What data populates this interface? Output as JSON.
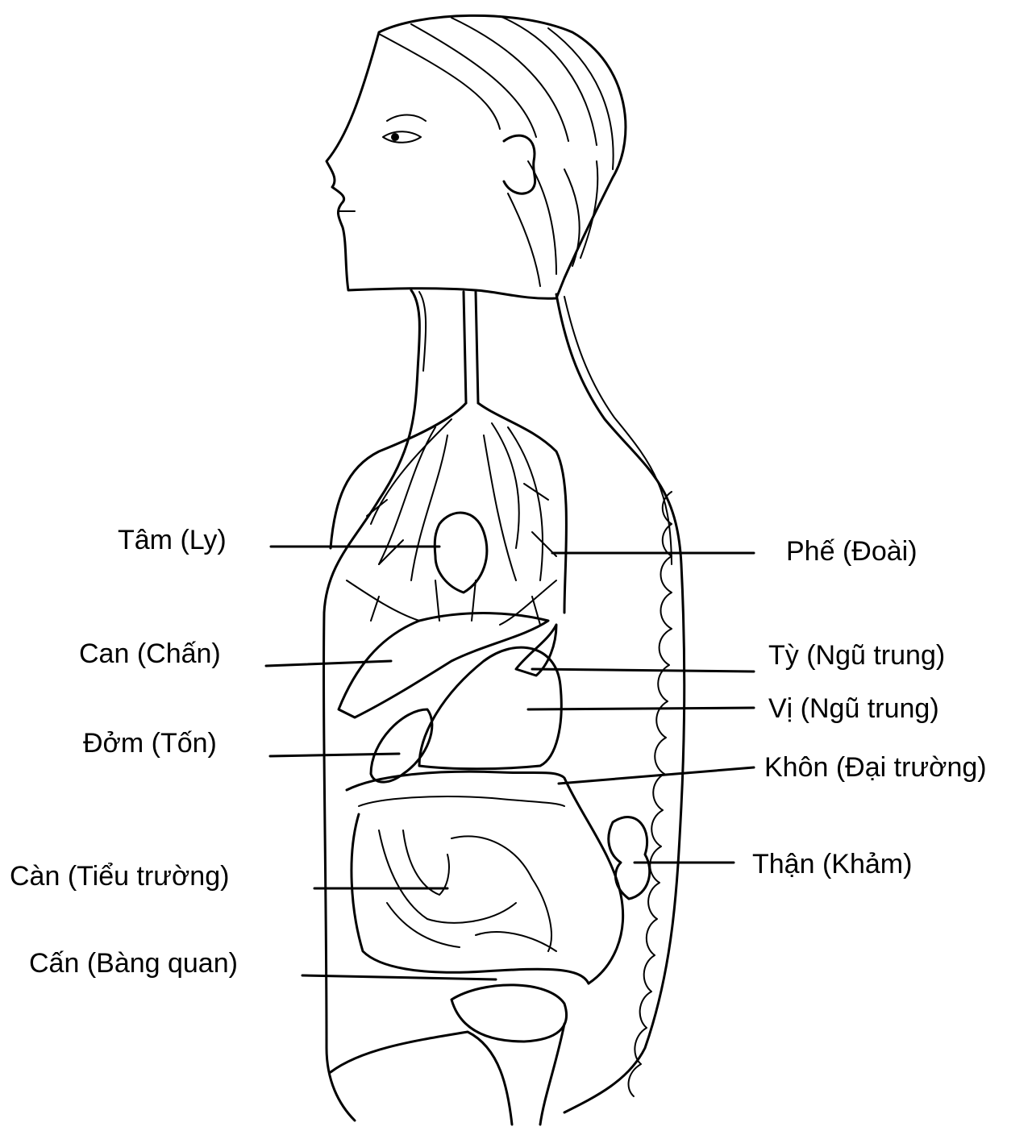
{
  "labels": {
    "tam": "Tâm (Ly)",
    "can": "Can (Chấn)",
    "dom": "Đởm (Tốn)",
    "canh": "Càn (Tiểu trường)",
    "canbq": "Cấn (Bàng quan)",
    "phe": "Phế (Đoài)",
    "ty": "Tỳ (Ngũ trung)",
    "vi": "Vị (Ngũ trung)",
    "khon": "Khôn (Đại trường)",
    "than": "Thận (Khảm)"
  },
  "colors": {
    "ink": "#000000",
    "background": "#ffffff"
  }
}
